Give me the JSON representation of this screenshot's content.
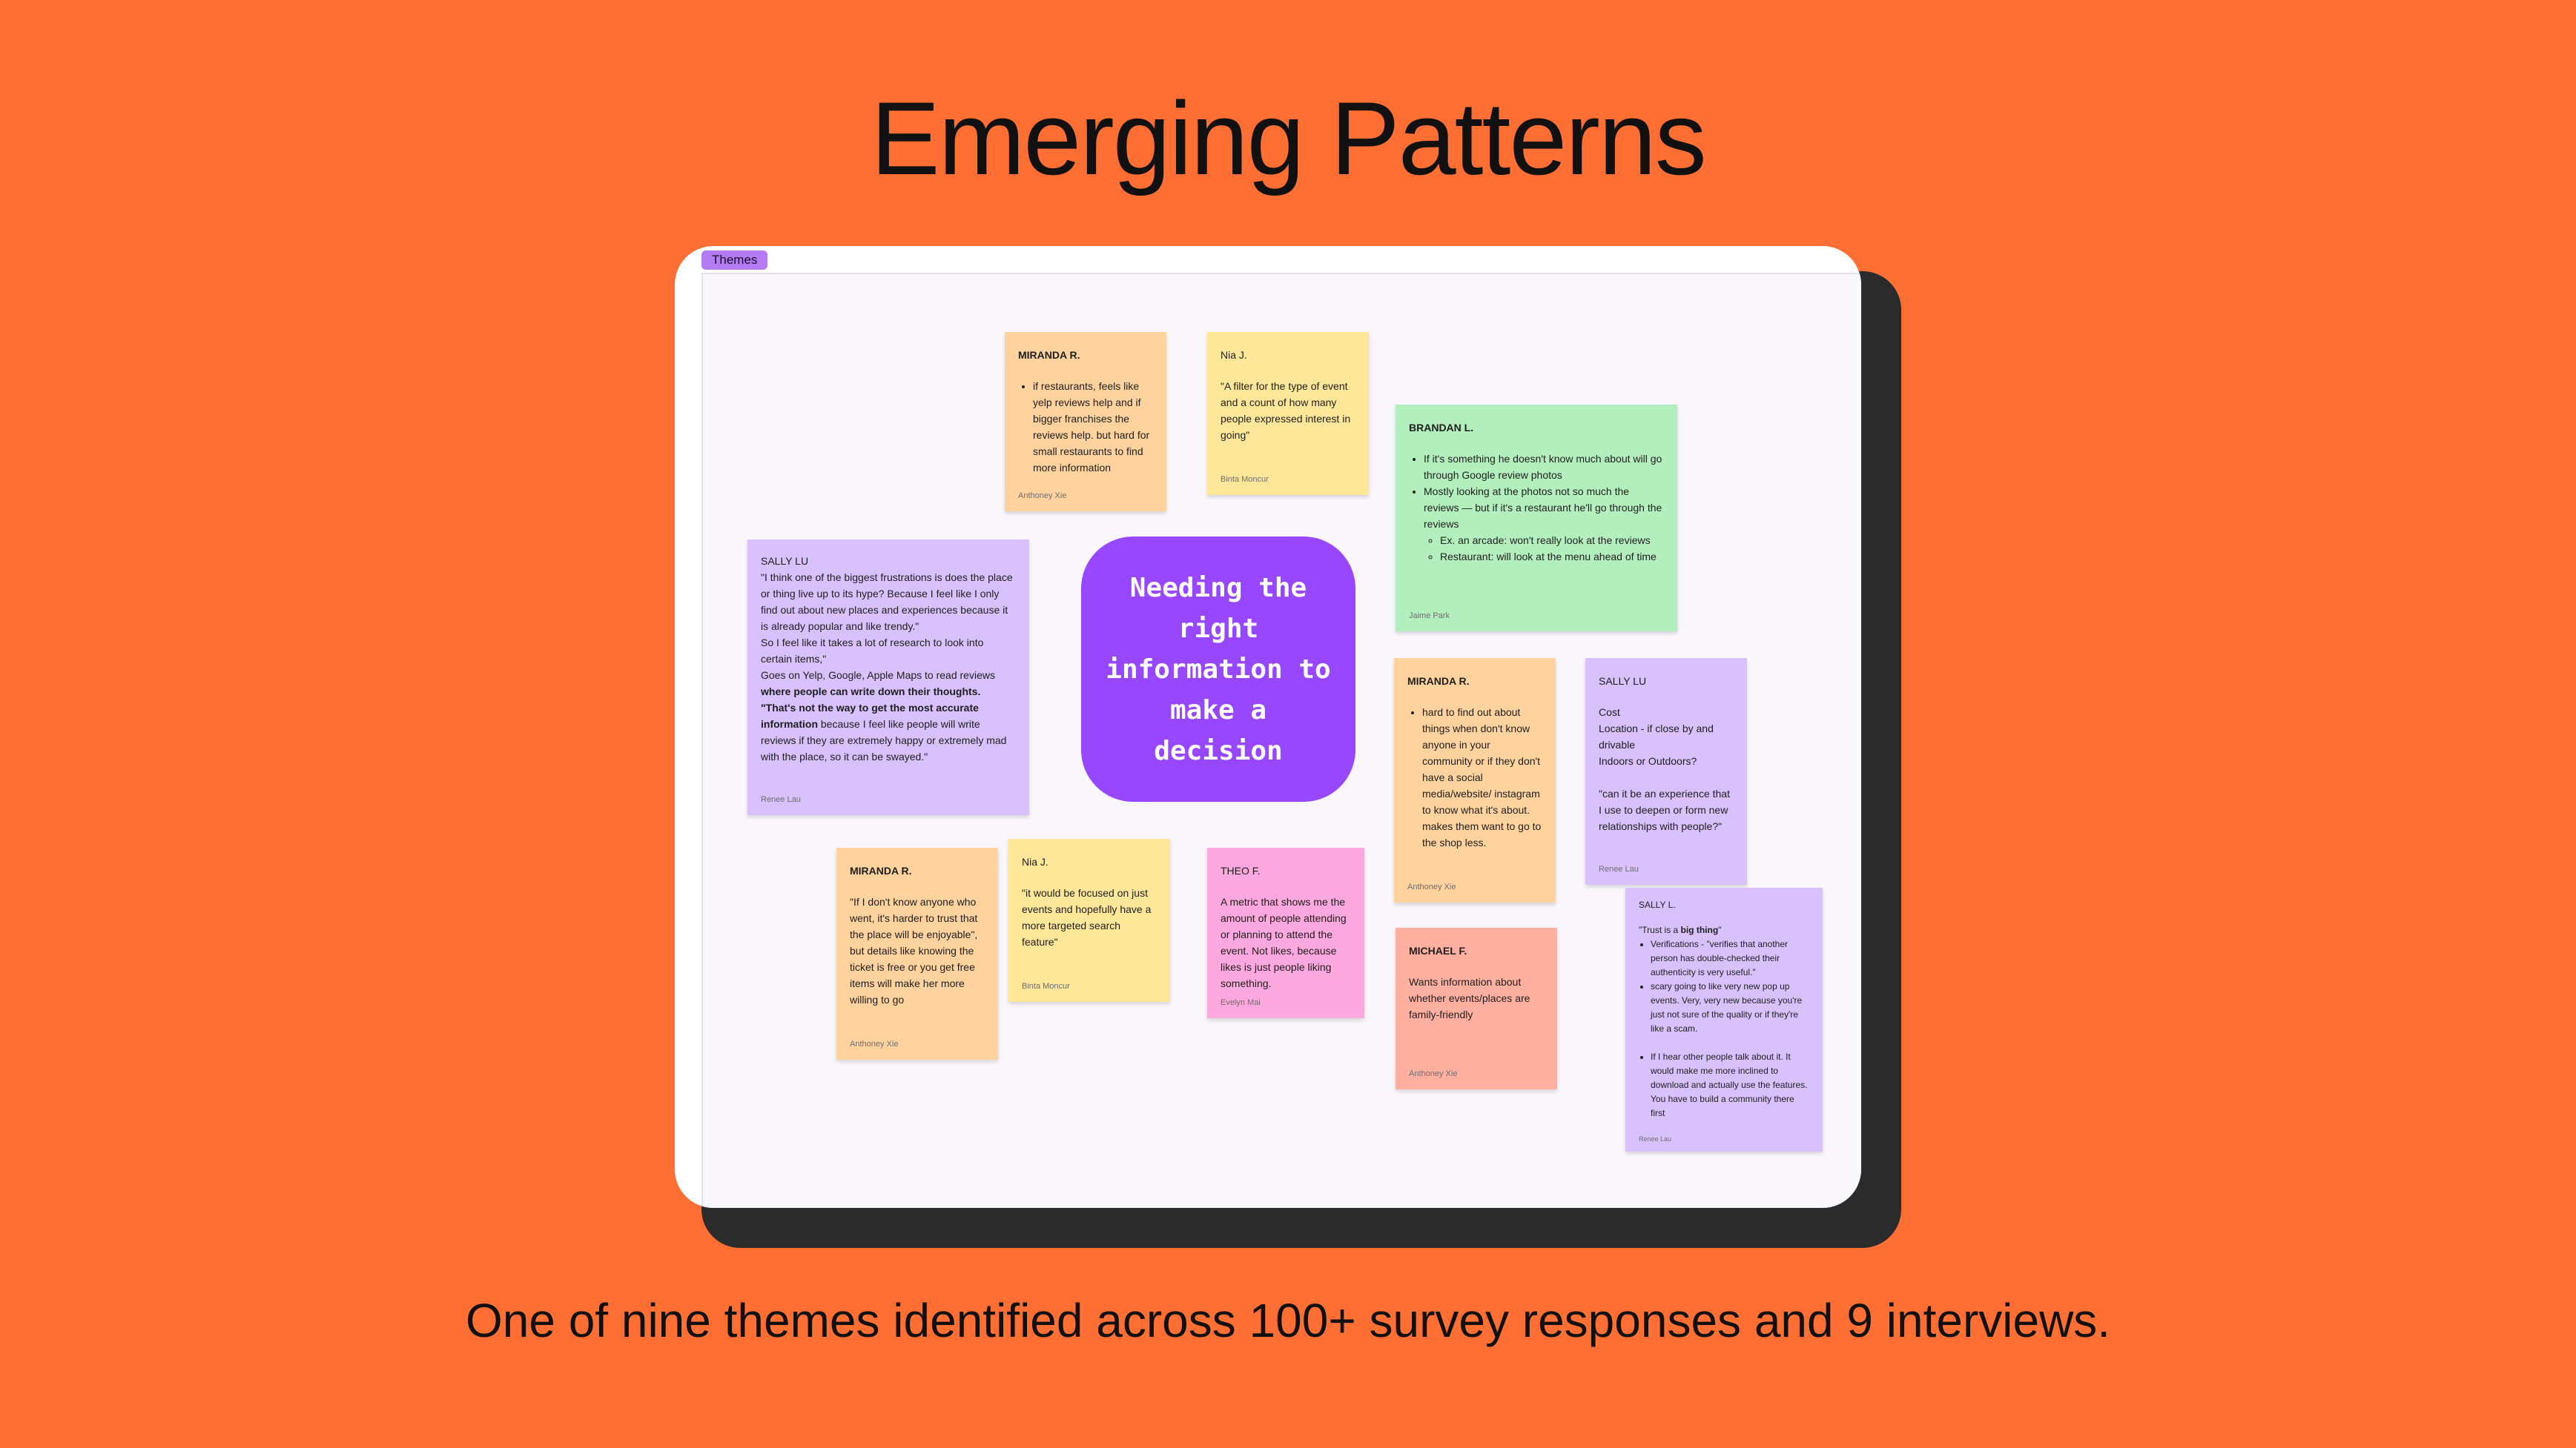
{
  "title": "Emerging Patterns",
  "subtitle": "One of nine themes identified across 100+ survey responses and 9 interviews.",
  "board": {
    "tag": "Themes",
    "center_note": "Needing the\nright\ninformation to\nmake a\ndecision",
    "notes": {
      "miranda_1": {
        "name": "MIRANDA R.",
        "bullets": [
          "if restaurants, feels like yelp reviews help and if bigger franchises the reviews help. but hard for small restaurants to find more information"
        ],
        "author": "Anthoney Xie"
      },
      "nia_1": {
        "name": "Nia J.",
        "text": "\"A filter for the type of event and a count of how many people expressed interest in going\"",
        "author": "Binta Moncur"
      },
      "brandan": {
        "name": "BRANDAN L.",
        "bullets": [
          "If it's something he doesn't know much about will go through Google review photos",
          "Mostly looking at the photos not so much the reviews — but if it's a restaurant he'll go through the reviews"
        ],
        "sub_bullets": [
          "Ex. an arcade: won't really look at the reviews",
          "Restaurant: will look at the menu ahead of time"
        ],
        "author": "Jaime Park"
      },
      "sally_lu_1": {
        "name": "SALLY LU",
        "line_1": "\"I think one of the biggest frustrations is does the place or thing live up to its hype? Because I feel like I only find out about new places and experiences because it is already popular and like trendy.\"",
        "line_2": "So I feel like it takes a lot of research to look into certain items,\"",
        "line_3": "Goes on Yelp, Google, Apple Maps to read reviews ",
        "line_3_bold": "where people can write down their thoughts.",
        "line_4_bold": "\"That's not the way to get the most accurate information",
        "line_4": " because I feel like people will write reviews if they are extremely happy or  extremely mad with the place, so it can be swayed.\"",
        "author": "Renee Lau"
      },
      "miranda_2": {
        "name": "MIRANDA R.",
        "bullets": [
          "hard to find out about things when don't know anyone in your community or if they don't have a social media/website/ instagram to know what it's about. makes them want to go to the shop less."
        ],
        "author": "Anthoney Xie"
      },
      "sally_lu_2": {
        "name": "SALLY LU",
        "line_1": "Cost",
        "line_2": "Location - if close by and drivable",
        "line_3": "Indoors or Outdoors?",
        "line_4": "\"can it be an experience that I use to deepen or form new relationships with people?\"",
        "author": "Renee Lau"
      },
      "miranda_3": {
        "name": "MIRANDA R.",
        "text": "\"If I don't know anyone who went, it's harder to trust that the place will be enjoyable\", but details like knowing the ticket is free or you get free items will make her more willing to go",
        "author": "Anthoney Xie"
      },
      "nia_2": {
        "name": "Nia J.",
        "text": "\"it would be focused on just events and hopefully have a more targeted search feature\"",
        "author": "Binta Moncur"
      },
      "theo": {
        "name": "THEO F.",
        "text": "A metric that shows me the amount of people attending or planning to attend the event. Not likes, because likes is just people liking something.",
        "author": "Evelyn Mai"
      },
      "michael": {
        "name": "MICHAEL F.",
        "text": "Wants information about whether events/places are family-friendly",
        "author": "Anthoney Xie"
      },
      "sally_l": {
        "name": "SALLY L.",
        "quote_pre": "\"Trust is a ",
        "quote_bold": "big thing",
        "quote_post": "\"",
        "bullets": [
          "Verifications - \"verifies that another person has double-checked their authenticity is very useful.\"",
          "scary going to like very new pop up events. Very, very new because you're just not sure of the quality or if they're like a scam.",
          "If I hear other people talk about it. It would make me more inclined to download and actually use the features. You have to build a community there first"
        ],
        "author": "Renee Lau"
      }
    }
  }
}
